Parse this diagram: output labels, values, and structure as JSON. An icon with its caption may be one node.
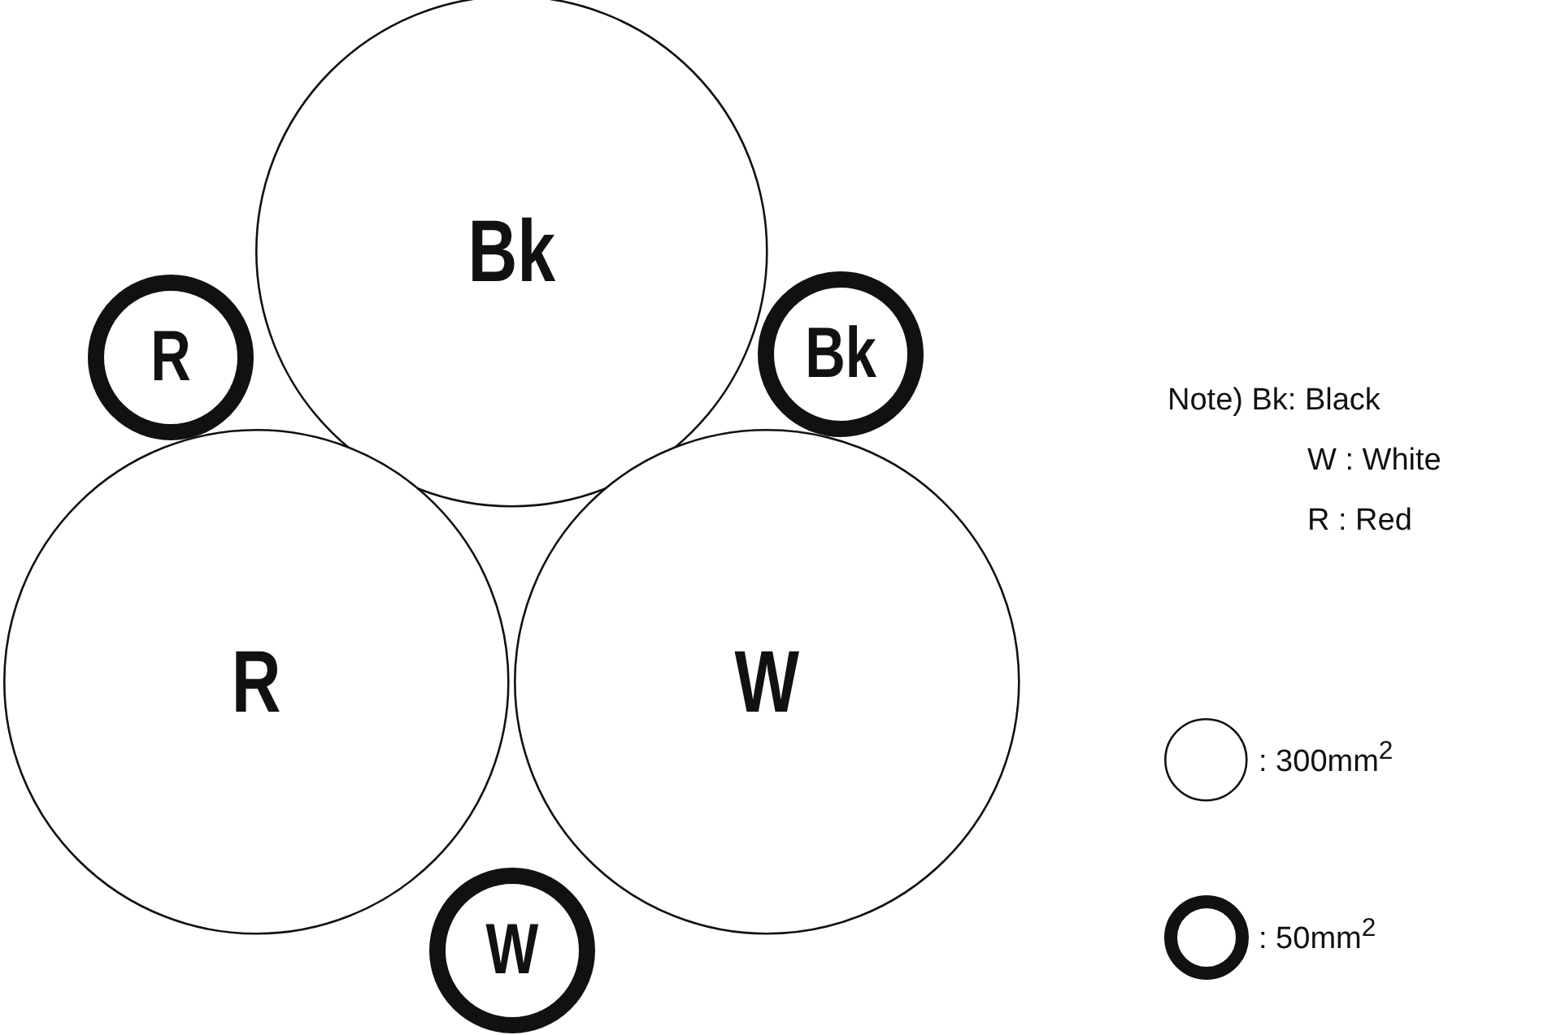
{
  "diagram": {
    "nodes": [
      {
        "text": [
          "Bk"
        ]
      },
      {
        "text": [
          "R"
        ]
      },
      {
        "text": [
          "Bk"
        ]
      },
      {
        "text": [
          "R"
        ]
      },
      {
        "text": [
          "W"
        ]
      },
      {
        "text": [
          "W"
        ]
      }
    ],
    "labels": [
      "Note) Bk: Black",
      "W : White",
      "R : Red"
    ],
    "legend": [
      {
        "text": ": 300mm$^{2}$"
      },
      {
        "text": ": 50mm$^{2}$"
      }
    ]
  }
}
